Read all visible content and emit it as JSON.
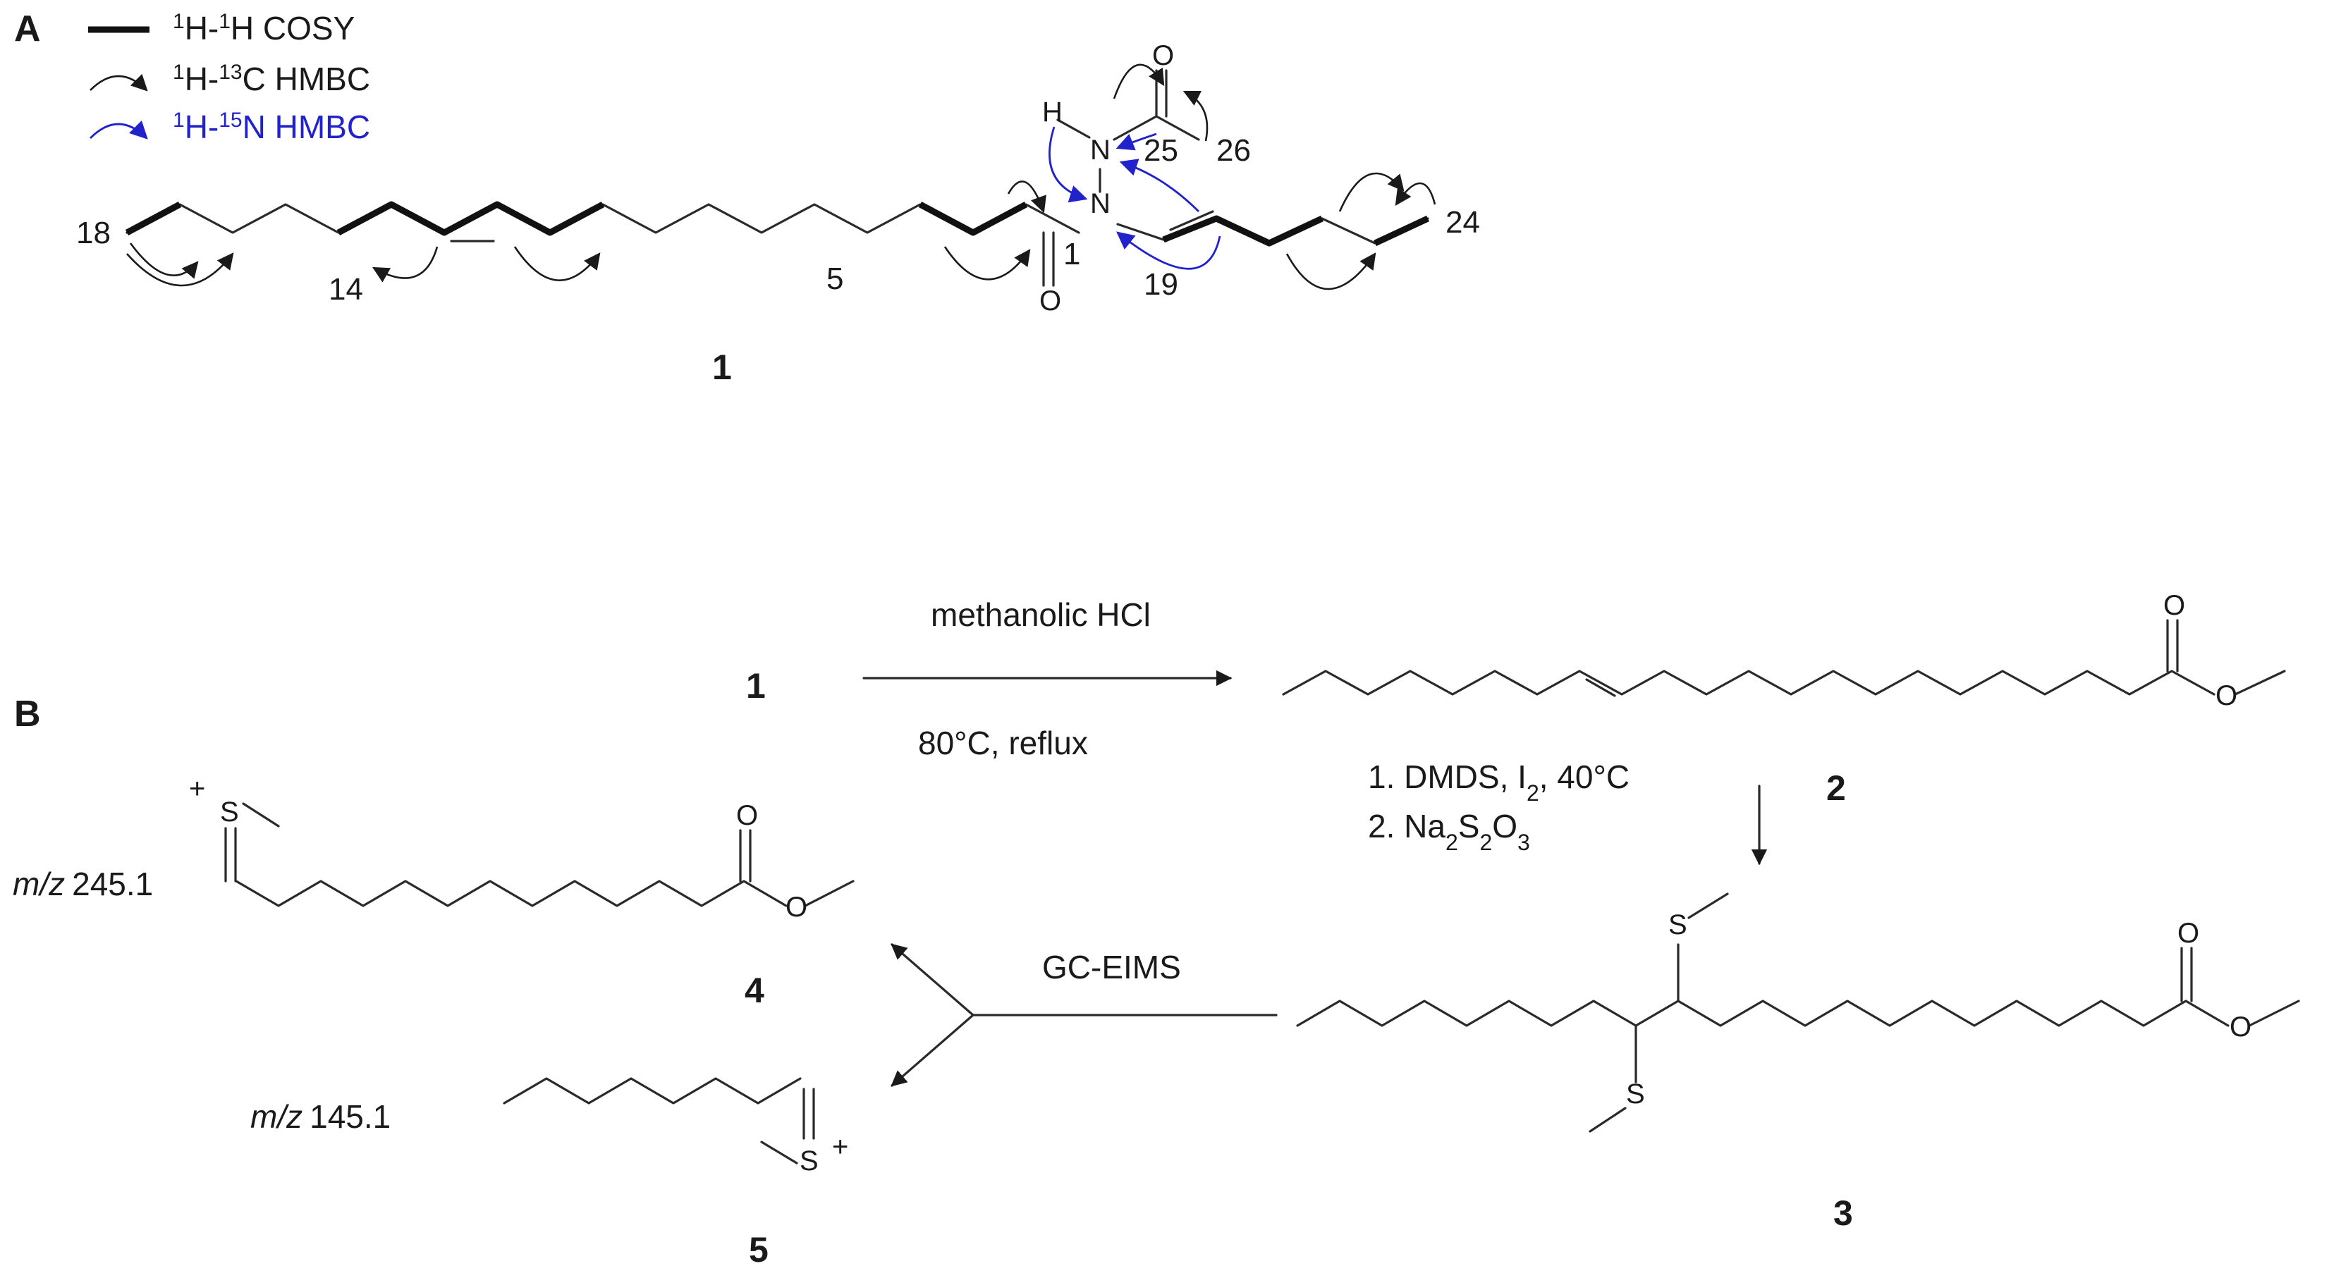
{
  "panels": {
    "a": "A",
    "b": "B"
  },
  "legend": {
    "cosy": {
      "pre": "1",
      "mid": "H-",
      "sup": "1",
      "post": "H COSY"
    },
    "hc_hmbc": {
      "pre": "1",
      "mid": "H-",
      "sup": "13",
      "post": "C HMBC"
    },
    "hn_hmbc": {
      "pre": "1",
      "mid": "H-",
      "sup": "15",
      "post": "N HMBC"
    }
  },
  "atoms": {
    "N": "N",
    "H": "H",
    "O": "O",
    "S": "S"
  },
  "numbering": {
    "c18": "18",
    "c14": "14",
    "c5": "5",
    "c1": "1",
    "c19": "19",
    "c25": "25",
    "c26": "26",
    "c24": "24"
  },
  "compounds": {
    "c1": "1",
    "c2": "2",
    "c3": "3",
    "c4": "4",
    "c5": "5"
  },
  "scheme": {
    "step1_top": "methanolic HCl",
    "step1_bottom": "80°C, reflux",
    "step2_line1": "1. DMDS, I",
    "step2_line1_sub": "2",
    "step2_line1_tail": ", 40°C",
    "step2_line2": "2. Na",
    "step2_line2_sub1": "2",
    "step2_line2_mid": "S",
    "step2_line2_sub2": "2",
    "step2_line2_o": "O",
    "step2_line2_sub3": "3",
    "gcms": "GC-EIMS",
    "mz4_italic": "m/z",
    "mz4_value": "245.1",
    "mz5_italic": "m/z",
    "mz5_value": "145.1",
    "plus": "+"
  },
  "colors": {
    "ink": "#1a1a1a",
    "n_hmbc": "#2222cc"
  }
}
